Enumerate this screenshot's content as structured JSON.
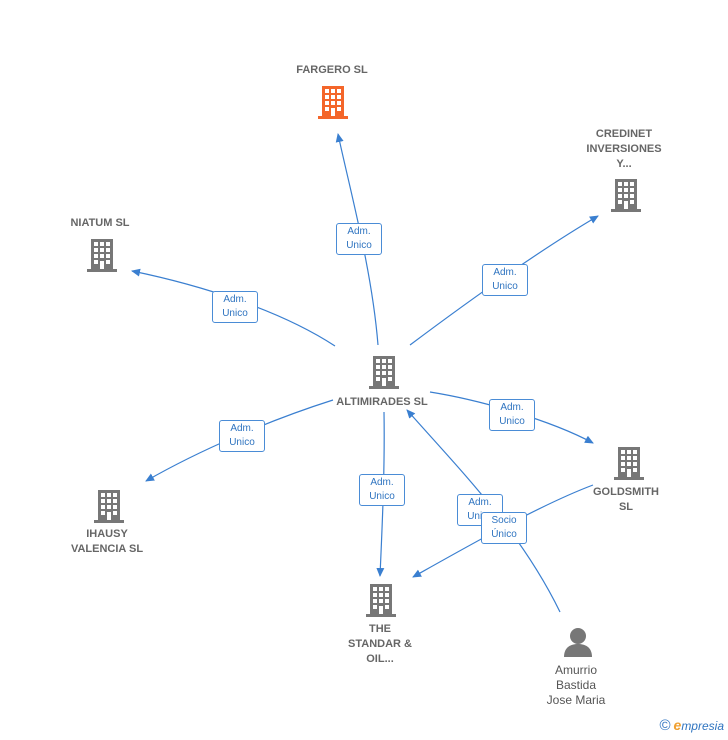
{
  "nodes": {
    "fargero": {
      "label": "FARGERO  SL",
      "color": "#f4662a"
    },
    "credinet": {
      "label": "CREDINET\nINVERSIONES\nY...",
      "color": "#777777"
    },
    "niatum": {
      "label": "NIATUM  SL",
      "color": "#777777"
    },
    "altimirades": {
      "label": "ALTIMIRADES SL",
      "color": "#777777"
    },
    "goldsmith": {
      "label": "GOLDSMITH\nSL",
      "color": "#777777"
    },
    "ihausy": {
      "label": "IHAUSY\nVALENCIA  SL",
      "color": "#777777"
    },
    "standar": {
      "label": "THE\nSTANDAR &\nOIL...",
      "color": "#777777"
    },
    "amurrio": {
      "label": "Amurrio\nBastida\nJose Maria",
      "color": "#777777"
    }
  },
  "edges": {
    "to_fargero": "Adm.\nUnico",
    "to_credinet": "Adm.\nUnico",
    "to_niatum": "Adm.\nUnico",
    "to_goldsmith": "Adm.\nUnico",
    "to_ihausy": "Adm.\nUnico",
    "to_standar": "Adm.\nUnico",
    "amurrio_to_altimirades": "Adm.\nUnico",
    "goldsmith_to_standar": "Socio\nÚnico"
  },
  "brand": {
    "copyright": "©",
    "e": "e",
    "rest": "mpresia"
  },
  "colors": {
    "edge": "#3a7fd0",
    "building": "#777777",
    "highlight": "#f4662a"
  }
}
